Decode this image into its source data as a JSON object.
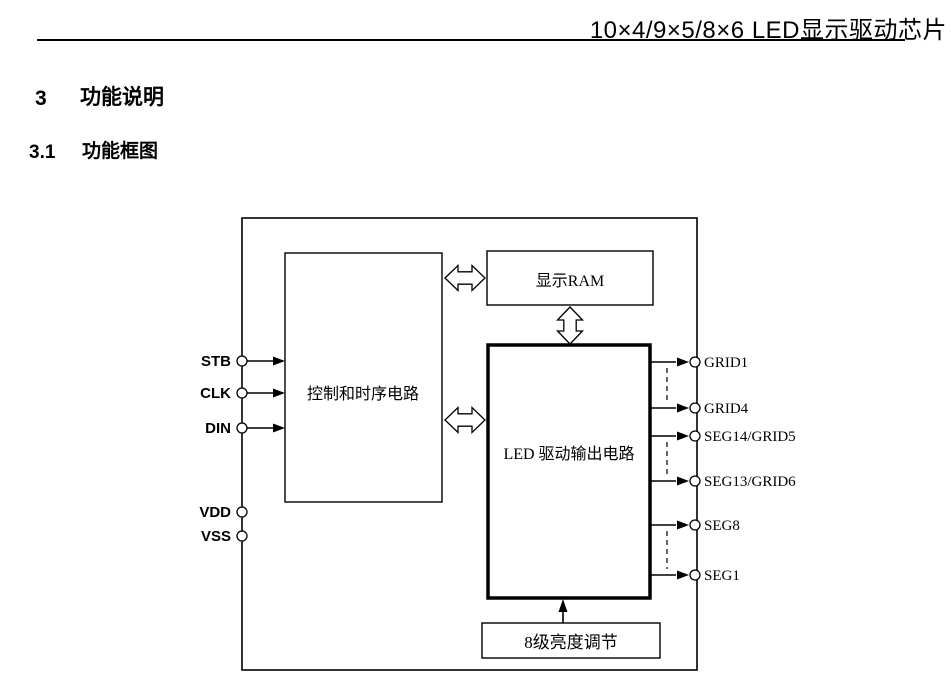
{
  "header": {
    "title": "10×4/9×5/8×6  LED显示驱动芯片"
  },
  "sections": {
    "h1_number": "3",
    "h1_title": "功能说明",
    "h2_number": "3.1",
    "h2_title": "功能框图"
  },
  "diagram": {
    "blocks": {
      "control": "控制和时序电路",
      "ram": "显示RAM",
      "led": "LED 驱动输出电路",
      "brightness": "8级亮度调节"
    },
    "left_pins": [
      {
        "label": "STB"
      },
      {
        "label": "CLK"
      },
      {
        "label": "DIN"
      },
      {
        "label": "VDD"
      },
      {
        "label": "VSS"
      }
    ],
    "right_pins": [
      {
        "label": "GRID1"
      },
      {
        "label": "GRID4"
      },
      {
        "label": "SEG14/GRID5"
      },
      {
        "label": "SEG13/GRID6"
      },
      {
        "label": "SEG8"
      },
      {
        "label": "SEG1"
      }
    ],
    "colors": {
      "line": "#000000",
      "background": "#ffffff"
    }
  }
}
